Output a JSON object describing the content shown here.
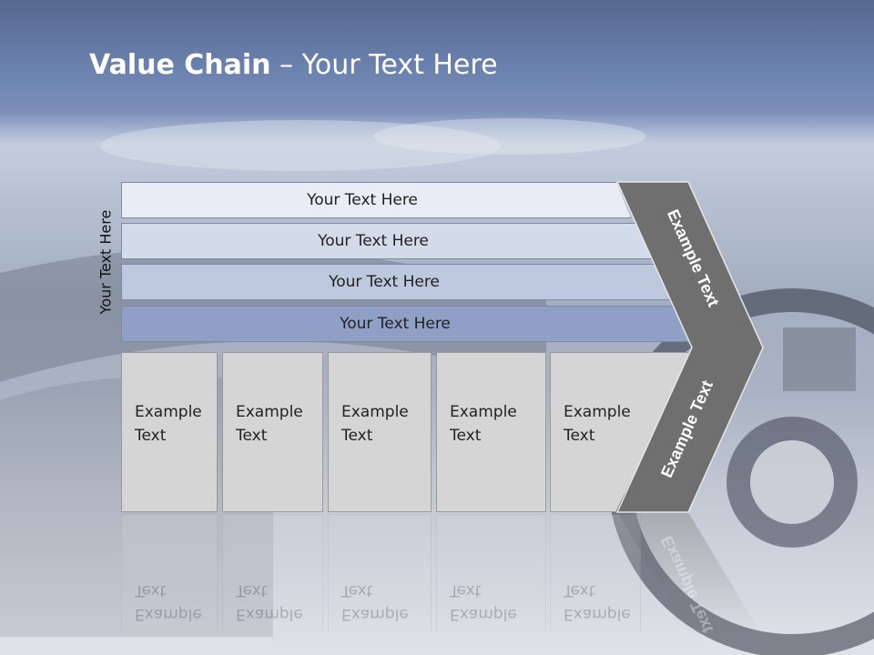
{
  "title": {
    "bold": "Value Chain",
    "rest": " – Your Text Here"
  },
  "side_label": "Your Text Here",
  "bars": [
    {
      "label": "Your Text Here",
      "color": "#e8ecf4"
    },
    {
      "label": "Your Text Here",
      "color": "#d3dae9"
    },
    {
      "label": "Your Text Here",
      "color": "#bdc7de"
    },
    {
      "label": "Your Text Here",
      "color": "#8f9fc6"
    }
  ],
  "boxes": [
    {
      "line1": "Example",
      "line2": "Text"
    },
    {
      "line1": "Example",
      "line2": "Text"
    },
    {
      "line1": "Example",
      "line2": "Text"
    },
    {
      "line1": "Example",
      "line2": "Text"
    },
    {
      "line1": "Example",
      "line2": "Text"
    }
  ],
  "chevron": {
    "upper_text": "Example Text",
    "lower_text": "Example Text",
    "color": "#6f6f6f"
  }
}
